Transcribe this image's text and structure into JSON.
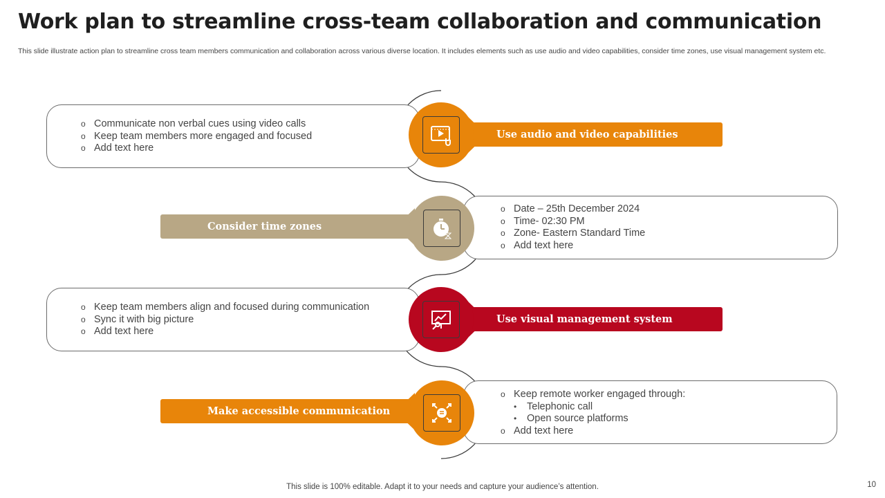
{
  "slide": {
    "title": "Work plan to streamline cross-team collaboration and communication",
    "subtitle": "This slide illustrate action plan to streamline cross team members communication and collaboration across various diverse location. It includes elements such as use audio and video capabilities, consider time zones, use visual management system etc.",
    "footer": "This slide is 100% editable. Adapt it to your needs and capture your audience’s attention.",
    "page_number": "10"
  },
  "colors": {
    "orange": "#e8850a",
    "tan": "#b8a785",
    "red": "#b8071f",
    "outline": "#6b6b6b"
  },
  "steps": [
    {
      "label": "Use audio and video capabilities",
      "icon": "video-player-icon",
      "items": [
        "Communicate non verbal cues using video calls",
        "Keep team members more engaged and focused",
        "Add text here"
      ]
    },
    {
      "label": "Consider time zones",
      "icon": "stopwatch-hourglass-icon",
      "items": [
        "Date – 25th December 2024",
        "Time- 02:30 PM",
        "Zone- Eastern Standard Time",
        "Add text here"
      ]
    },
    {
      "label": "Use visual management system",
      "icon": "presentation-board-icon",
      "items": [
        "Keep team members align and focused during communication",
        "Sync it with big picture",
        "Add text here"
      ]
    },
    {
      "label": "Make accessible communication",
      "icon": "chat-network-icon",
      "items": [
        "Keep remote worker engaged through:",
        "Telephonic call",
        "Open source platforms",
        "Add text here"
      ]
    }
  ]
}
